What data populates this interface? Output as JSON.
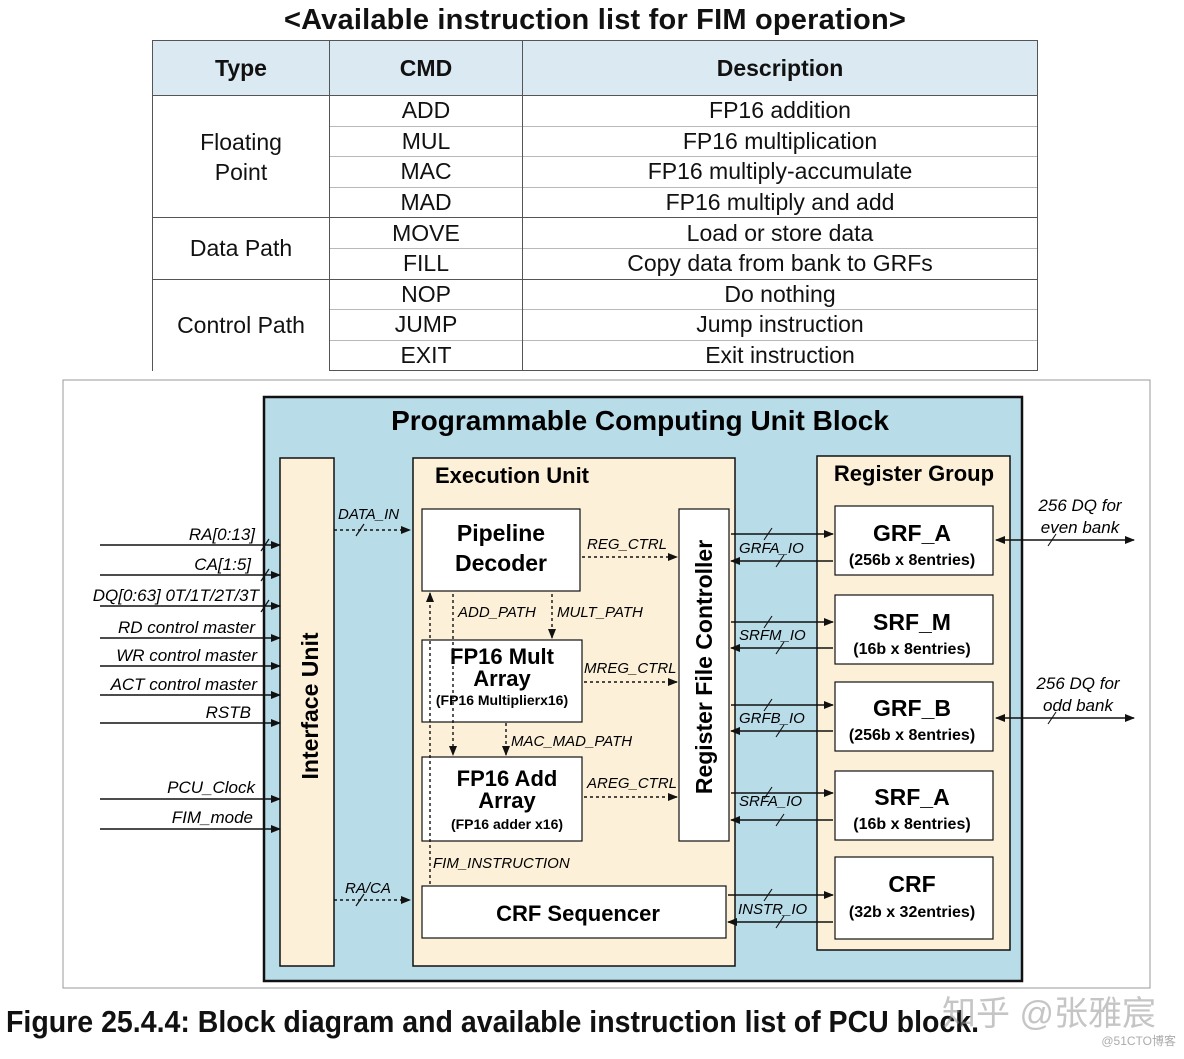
{
  "table": {
    "title": "<Available instruction list for FIM operation>",
    "headers": [
      "Type",
      "CMD",
      "Description"
    ],
    "groups": [
      {
        "type": [
          "Floating",
          "Point"
        ],
        "rows": [
          {
            "cmd": "ADD",
            "desc": "FP16 addition"
          },
          {
            "cmd": "MUL",
            "desc": "FP16 multiplication"
          },
          {
            "cmd": "MAC",
            "desc": "FP16 multiply-accumulate"
          },
          {
            "cmd": "MAD",
            "desc": "FP16 multiply and add"
          }
        ]
      },
      {
        "type": [
          "Data Path"
        ],
        "rows": [
          {
            "cmd": "MOVE",
            "desc": "Load or store data"
          },
          {
            "cmd": "FILL",
            "desc": "Copy data from bank to GRFs"
          }
        ]
      },
      {
        "type": [
          "Control Path"
        ],
        "rows": [
          {
            "cmd": "NOP",
            "desc": "Do nothing"
          },
          {
            "cmd": "JUMP",
            "desc": "Jump instruction"
          },
          {
            "cmd": "EXIT",
            "desc": "Exit instruction"
          }
        ]
      }
    ]
  },
  "diagram": {
    "title": "Programmable Computing Unit Block",
    "interface_unit": "Interface Unit",
    "execution_unit": "Execution Unit",
    "register_group": "Register Group",
    "register_file_controller": "Register File Controller",
    "pipeline_decoder": [
      "Pipeline",
      "Decoder"
    ],
    "fp16_mult": [
      "FP16 Mult",
      "Array",
      "(FP16 Multiplierx16)"
    ],
    "fp16_add": [
      "FP16 Add",
      "Array",
      "(FP16 adder x16)"
    ],
    "crf_sequencer": "CRF Sequencer",
    "inputs": [
      "RA[0:13]",
      "CA[1:5]",
      "DQ[0:63] 0T/1T/2T/3T",
      "RD control master",
      "WR control master",
      "ACT control master",
      "RSTB",
      "PCU_Clock",
      "FIM_mode"
    ],
    "signals": {
      "data_in": "DATA_IN",
      "ra_ca": "RA/CA",
      "reg_ctrl": "REG_CTRL",
      "mreg_ctrl": "MREG_CTRL",
      "areg_ctrl": "AREG_CTRL",
      "add_path": "ADD_PATH",
      "mult_path": "MULT_PATH",
      "mac_mad_path": "MAC_MAD_PATH",
      "fim_instruction": "FIM_INSTRUCTION",
      "grfa_io": "GRFA_IO",
      "srfm_io": "SRFM_IO",
      "grfb_io": "GRFB_IO",
      "srfa_io": "SRFA_IO",
      "instr_io": "INSTR_IO"
    },
    "registers": [
      {
        "name": "GRF_A",
        "size": "(256b x 8entries)"
      },
      {
        "name": "SRF_M",
        "size": "(16b x 8entries)"
      },
      {
        "name": "GRF_B",
        "size": "(256b x 8entries)"
      },
      {
        "name": "SRF_A",
        "size": "(16b x 8entries)"
      },
      {
        "name": "CRF",
        "size": "(32b x 32entries)"
      }
    ],
    "dq_even": [
      "256 DQ for",
      "even bank"
    ],
    "dq_odd": [
      "256 DQ for",
      "odd bank"
    ]
  },
  "caption": "Figure 25.4.4: Block diagram and available instruction list of PCU block.",
  "watermark": "知乎 @张雅宸",
  "watermark_small": "@51CTO博客"
}
